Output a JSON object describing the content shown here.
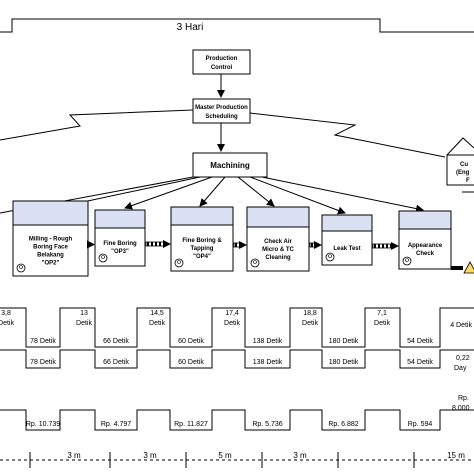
{
  "header": {
    "lead_time": "3 Hari"
  },
  "control": {
    "production_control": [
      "Production",
      "Control"
    ],
    "mps": [
      "Master Production",
      "Scheduling"
    ],
    "machining": "Machining",
    "customer": [
      "Cu",
      "(Eng",
      "F"
    ]
  },
  "processes": [
    {
      "lines": [
        "Milling - Rough",
        "Boring Face",
        "Belakang",
        "\"OP2\""
      ],
      "cycle_time": "3,8\nDetik",
      "value_time": "78 Detik",
      "value_time_2": "78 Detik",
      "cost": "Rp. 10.739"
    },
    {
      "lines": [
        "Fine Boring",
        "\"OP3\""
      ],
      "cycle_time": "13\nDetik",
      "value_time": "66 Detik",
      "value_time_2": "66 Detik",
      "cost": "Rp. 4.797"
    },
    {
      "lines": [
        "Fine Boring &",
        "Tapping",
        "\"OP4\""
      ],
      "cycle_time": "14,5\nDetik",
      "value_time": "60 Detik",
      "value_time_2": "60 Detik",
      "cost": "Rp. 11.827"
    },
    {
      "lines": [
        "Check Air",
        "Micro & TC",
        "Cleaning"
      ],
      "cycle_time": "17,4\nDetik",
      "value_time": "138 Detik",
      "value_time_2": "138 Detik",
      "cost": "Rp. 5.736"
    },
    {
      "lines": [
        "Leak Test"
      ],
      "cycle_time": "18,8\nDetik",
      "value_time": "180 Detik",
      "value_time_2": "180 Detik",
      "cost": "Rp. 6.882"
    },
    {
      "lines": [
        "Appearance",
        "Check"
      ],
      "cycle_time": "7,1\nDetik",
      "value_time": "54 Detik",
      "value_time_2": "54 Detik",
      "cost": "Rp. 594"
    }
  ],
  "right_column": {
    "cycle_time": "4 Detik",
    "days": [
      "0,22",
      "Day"
    ],
    "cost": "Rp.",
    "cost_2": "8.000"
  },
  "distances": [
    "3 m",
    "3 m",
    "5 m",
    "3 m",
    "15 m"
  ]
}
